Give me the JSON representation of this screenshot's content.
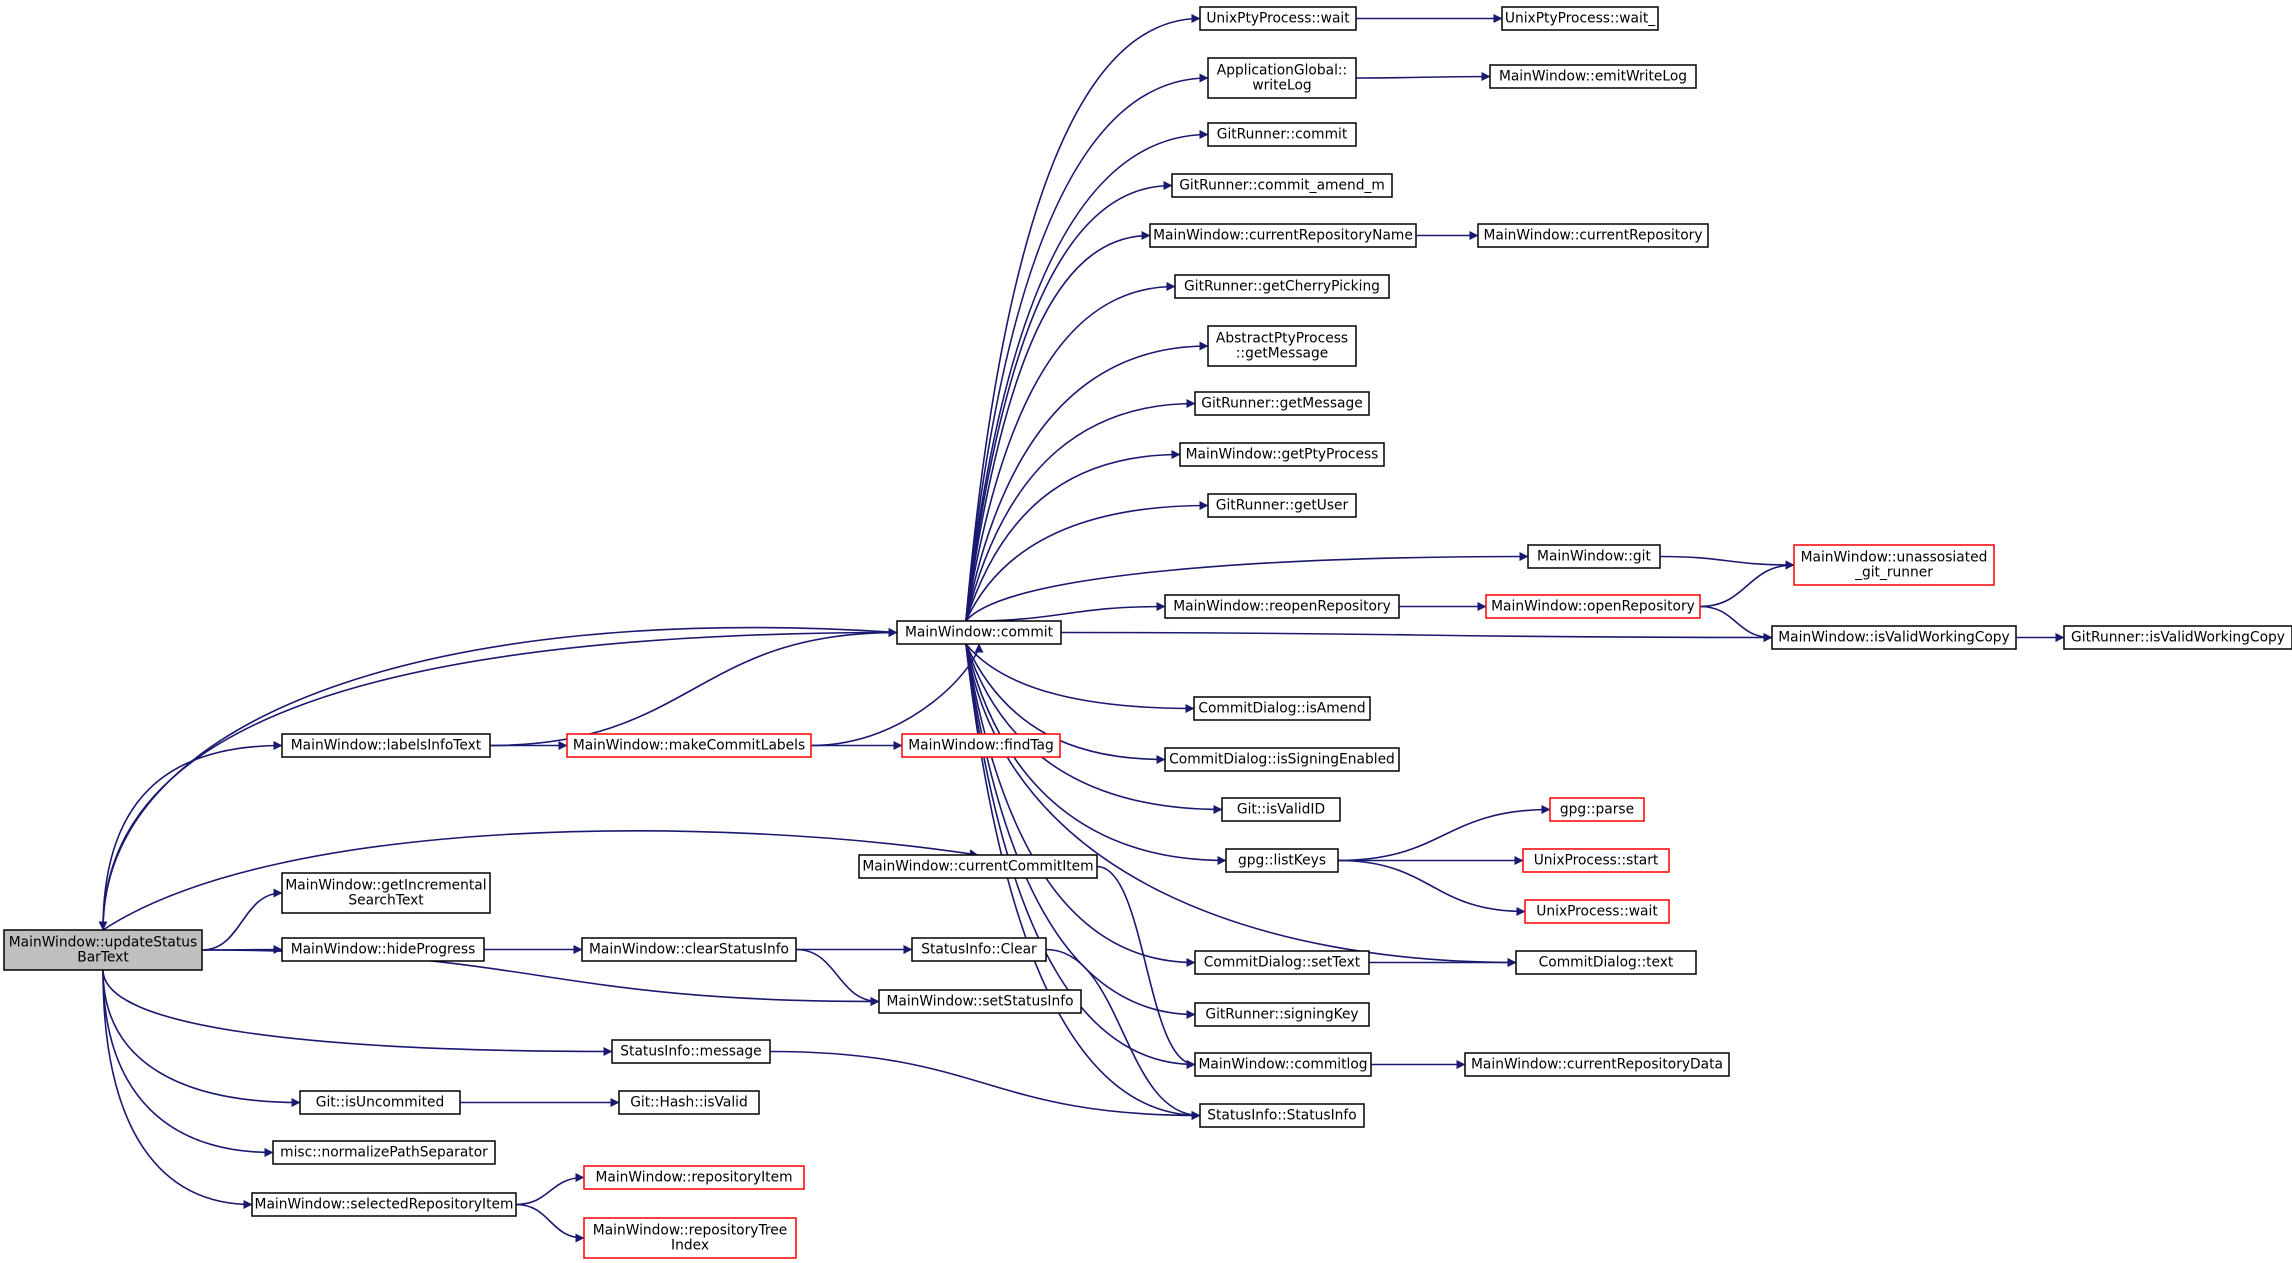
{
  "colors": {
    "edge": "#191970",
    "border_normal": "#000000",
    "border_truncated": "#ff0000",
    "root_fill": "#bfbfbf",
    "node_fill": "#ffffff",
    "text": "#000000"
  },
  "nodes": [
    {
      "id": "root",
      "lines": [
        "MainWindow::updateStatus",
        "BarText"
      ],
      "kind": "root"
    },
    {
      "id": "commit",
      "lines": [
        "MainWindow::commit"
      ],
      "kind": "normal"
    },
    {
      "id": "labelsInfoText",
      "lines": [
        "MainWindow::labelsInfoText"
      ],
      "kind": "normal"
    },
    {
      "id": "makeCommitLabels",
      "lines": [
        "MainWindow::makeCommitLabels"
      ],
      "kind": "truncated"
    },
    {
      "id": "findTag",
      "lines": [
        "MainWindow::findTag"
      ],
      "kind": "truncated"
    },
    {
      "id": "currentCommitItem",
      "lines": [
        "MainWindow::currentCommitItem"
      ],
      "kind": "normal"
    },
    {
      "id": "getIncremental",
      "lines": [
        "MainWindow::getIncremental",
        "SearchText"
      ],
      "kind": "normal"
    },
    {
      "id": "hideProgress",
      "lines": [
        "MainWindow::hideProgress"
      ],
      "kind": "normal"
    },
    {
      "id": "clearStatusInfo",
      "lines": [
        "MainWindow::clearStatusInfo"
      ],
      "kind": "normal"
    },
    {
      "id": "siClear",
      "lines": [
        "StatusInfo::Clear"
      ],
      "kind": "normal"
    },
    {
      "id": "setStatusInfo",
      "lines": [
        "MainWindow::setStatusInfo"
      ],
      "kind": "normal"
    },
    {
      "id": "siMessage",
      "lines": [
        "StatusInfo::message"
      ],
      "kind": "normal"
    },
    {
      "id": "isUncommited",
      "lines": [
        "Git::isUncommited"
      ],
      "kind": "normal"
    },
    {
      "id": "hashIsValid",
      "lines": [
        "Git::Hash::isValid"
      ],
      "kind": "normal"
    },
    {
      "id": "normalizePath",
      "lines": [
        "misc::normalizePathSeparator"
      ],
      "kind": "normal"
    },
    {
      "id": "selectedRepo",
      "lines": [
        "MainWindow::selectedRepositoryItem"
      ],
      "kind": "normal"
    },
    {
      "id": "repositoryItem",
      "lines": [
        "MainWindow::repositoryItem"
      ],
      "kind": "truncated"
    },
    {
      "id": "repositoryTreeIndex",
      "lines": [
        "MainWindow::repositoryTree",
        "Index"
      ],
      "kind": "truncated"
    },
    {
      "id": "ptyWait",
      "lines": [
        "UnixPtyProcess::wait"
      ],
      "kind": "normal"
    },
    {
      "id": "ptyWait_",
      "lines": [
        "UnixPtyProcess::wait_"
      ],
      "kind": "normal"
    },
    {
      "id": "writeLog",
      "lines": [
        "ApplicationGlobal::",
        "writeLog"
      ],
      "kind": "normal"
    },
    {
      "id": "emitWriteLog",
      "lines": [
        "MainWindow::emitWriteLog"
      ],
      "kind": "normal"
    },
    {
      "id": "grCommit",
      "lines": [
        "GitRunner::commit"
      ],
      "kind": "normal"
    },
    {
      "id": "grCommitAmend",
      "lines": [
        "GitRunner::commit_amend_m"
      ],
      "kind": "normal"
    },
    {
      "id": "curRepoName",
      "lines": [
        "MainWindow::currentRepositoryName"
      ],
      "kind": "normal"
    },
    {
      "id": "curRepo",
      "lines": [
        "MainWindow::currentRepository"
      ],
      "kind": "normal"
    },
    {
      "id": "grCherry",
      "lines": [
        "GitRunner::getCherryPicking"
      ],
      "kind": "normal"
    },
    {
      "id": "aptyGetMessage",
      "lines": [
        "AbstractPtyProcess",
        "::getMessage"
      ],
      "kind": "normal"
    },
    {
      "id": "grGetMessage",
      "lines": [
        "GitRunner::getMessage"
      ],
      "kind": "normal"
    },
    {
      "id": "getPtyProcess",
      "lines": [
        "MainWindow::getPtyProcess"
      ],
      "kind": "normal"
    },
    {
      "id": "grGetUser",
      "lines": [
        "GitRunner::getUser"
      ],
      "kind": "normal"
    },
    {
      "id": "mwGit",
      "lines": [
        "MainWindow::git"
      ],
      "kind": "normal"
    },
    {
      "id": "unassoc",
      "lines": [
        "MainWindow::unassosiated",
        "_git_runner"
      ],
      "kind": "truncated"
    },
    {
      "id": "reopenRepo",
      "lines": [
        "MainWindow::reopenRepository"
      ],
      "kind": "normal"
    },
    {
      "id": "openRepo",
      "lines": [
        "MainWindow::openRepository"
      ],
      "kind": "truncated"
    },
    {
      "id": "isValidWC",
      "lines": [
        "MainWindow::isValidWorkingCopy"
      ],
      "kind": "normal"
    },
    {
      "id": "grIsValidWC",
      "lines": [
        "GitRunner::isValidWorkingCopy"
      ],
      "kind": "normal"
    },
    {
      "id": "cdIsAmend",
      "lines": [
        "CommitDialog::isAmend"
      ],
      "kind": "normal"
    },
    {
      "id": "cdSigning",
      "lines": [
        "CommitDialog::isSigningEnabled"
      ],
      "kind": "normal"
    },
    {
      "id": "gitIsValidID",
      "lines": [
        "Git::isValidID"
      ],
      "kind": "normal"
    },
    {
      "id": "gpgListKeys",
      "lines": [
        "gpg::listKeys"
      ],
      "kind": "normal"
    },
    {
      "id": "gpgParse",
      "lines": [
        "gpg::parse"
      ],
      "kind": "truncated"
    },
    {
      "id": "upStart",
      "lines": [
        "UnixProcess::start"
      ],
      "kind": "truncated"
    },
    {
      "id": "upWait",
      "lines": [
        "UnixProcess::wait"
      ],
      "kind": "truncated"
    },
    {
      "id": "cdSetText",
      "lines": [
        "CommitDialog::setText"
      ],
      "kind": "normal"
    },
    {
      "id": "cdText",
      "lines": [
        "CommitDialog::text"
      ],
      "kind": "normal"
    },
    {
      "id": "grSigningKey",
      "lines": [
        "GitRunner::signingKey"
      ],
      "kind": "normal"
    },
    {
      "id": "commitlog",
      "lines": [
        "MainWindow::commitlog"
      ],
      "kind": "normal"
    },
    {
      "id": "curRepoData",
      "lines": [
        "MainWindow::currentRepositoryData"
      ],
      "kind": "normal"
    },
    {
      "id": "siCtor",
      "lines": [
        "StatusInfo::StatusInfo"
      ],
      "kind": "normal"
    }
  ],
  "edges": [
    [
      "root",
      "commit"
    ],
    [
      "root",
      "labelsInfoText"
    ],
    [
      "root",
      "currentCommitItem"
    ],
    [
      "root",
      "getIncremental"
    ],
    [
      "root",
      "hideProgress"
    ],
    [
      "root",
      "setStatusInfo"
    ],
    [
      "root",
      "siMessage"
    ],
    [
      "root",
      "isUncommited"
    ],
    [
      "root",
      "normalizePath"
    ],
    [
      "root",
      "selectedRepo"
    ],
    [
      "labelsInfoText",
      "commit"
    ],
    [
      "labelsInfoText",
      "makeCommitLabels"
    ],
    [
      "makeCommitLabels",
      "commit"
    ],
    [
      "makeCommitLabels",
      "findTag"
    ],
    [
      "commit",
      "root"
    ],
    [
      "commit",
      "ptyWait"
    ],
    [
      "ptyWait",
      "ptyWait_"
    ],
    [
      "commit",
      "writeLog"
    ],
    [
      "writeLog",
      "emitWriteLog"
    ],
    [
      "commit",
      "grCommit"
    ],
    [
      "commit",
      "grCommitAmend"
    ],
    [
      "commit",
      "curRepoName"
    ],
    [
      "curRepoName",
      "curRepo"
    ],
    [
      "commit",
      "grCherry"
    ],
    [
      "commit",
      "aptyGetMessage"
    ],
    [
      "commit",
      "grGetMessage"
    ],
    [
      "commit",
      "getPtyProcess"
    ],
    [
      "commit",
      "grGetUser"
    ],
    [
      "commit",
      "mwGit"
    ],
    [
      "mwGit",
      "unassoc"
    ],
    [
      "commit",
      "reopenRepo"
    ],
    [
      "reopenRepo",
      "openRepo"
    ],
    [
      "openRepo",
      "unassoc"
    ],
    [
      "openRepo",
      "isValidWC"
    ],
    [
      "commit",
      "isValidWC"
    ],
    [
      "isValidWC",
      "grIsValidWC"
    ],
    [
      "commit",
      "cdIsAmend"
    ],
    [
      "commit",
      "cdSigning"
    ],
    [
      "commit",
      "gitIsValidID"
    ],
    [
      "commit",
      "gpgListKeys"
    ],
    [
      "gpgListKeys",
      "gpgParse"
    ],
    [
      "gpgListKeys",
      "upStart"
    ],
    [
      "gpgListKeys",
      "upWait"
    ],
    [
      "commit",
      "cdSetText"
    ],
    [
      "cdSetText",
      "cdText"
    ],
    [
      "commit",
      "cdText"
    ],
    [
      "commit",
      "grSigningKey"
    ],
    [
      "commit",
      "commitlog"
    ],
    [
      "commitlog",
      "curRepoData"
    ],
    [
      "commit",
      "siCtor"
    ],
    [
      "currentCommitItem",
      "commitlog"
    ],
    [
      "hideProgress",
      "clearStatusInfo"
    ],
    [
      "clearStatusInfo",
      "siClear"
    ],
    [
      "clearStatusInfo",
      "setStatusInfo"
    ],
    [
      "siClear",
      "siCtor"
    ],
    [
      "siMessage",
      "siCtor"
    ],
    [
      "isUncommited",
      "hashIsValid"
    ],
    [
      "selectedRepo",
      "repositoryItem"
    ],
    [
      "selectedRepo",
      "repositoryTreeIndex"
    ]
  ]
}
